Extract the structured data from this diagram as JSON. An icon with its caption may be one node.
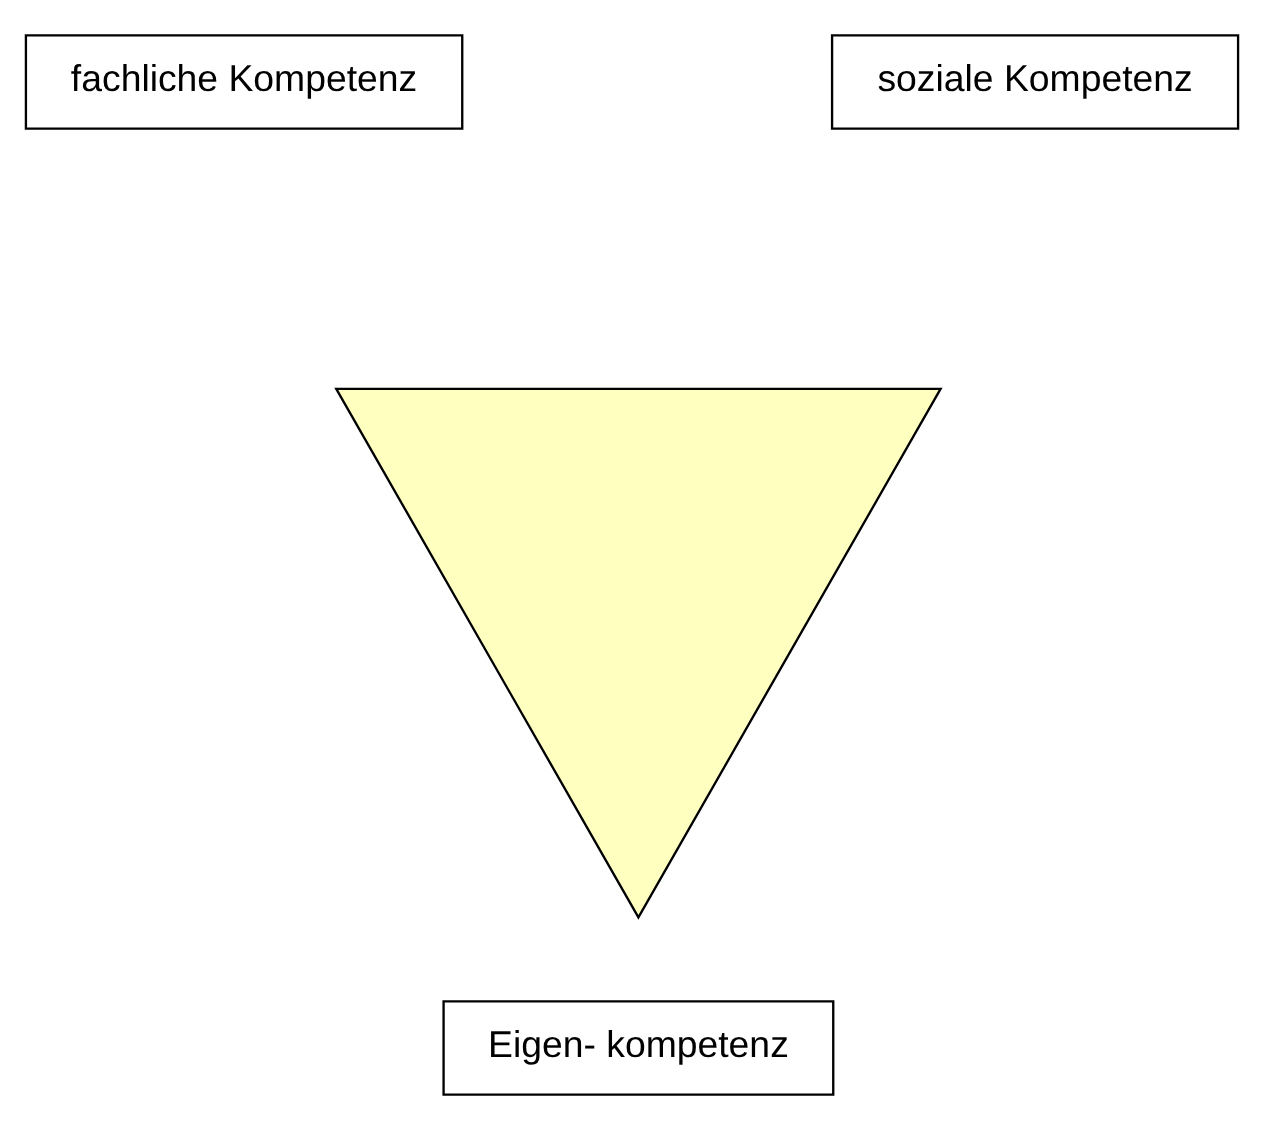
{
  "diagram": {
    "nodes": [
      {
        "text": [
          "fachliche Kompetenz"
        ]
      },
      {
        "text": [
          "soziale Kompetenz"
        ]
      },
      {
        "text": [],
        "shape": "triangle"
      },
      {
        "text": [
          "Eigen- kompetenz"
        ]
      }
    ]
  }
}
